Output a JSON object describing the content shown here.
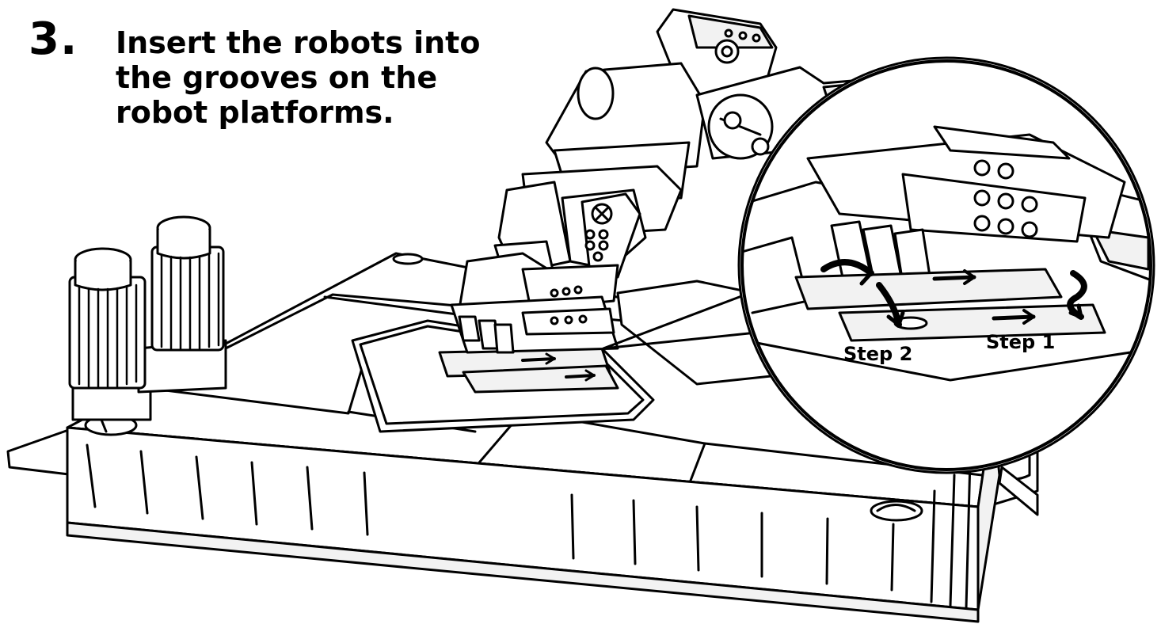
{
  "instruction": {
    "number": "3.",
    "lines": [
      "Insert the robots into",
      "the grooves on the",
      "robot platforms."
    ]
  },
  "callout": {
    "step_2_label": "Step 2",
    "step_1_label": "Step 1"
  },
  "colors": {
    "ink": "#000000",
    "paper": "#ffffff",
    "shade": "#f2f2f2"
  },
  "icons": [
    "robot-illustration",
    "platform-illustration",
    "magnifier-callout",
    "arrow-icon"
  ]
}
